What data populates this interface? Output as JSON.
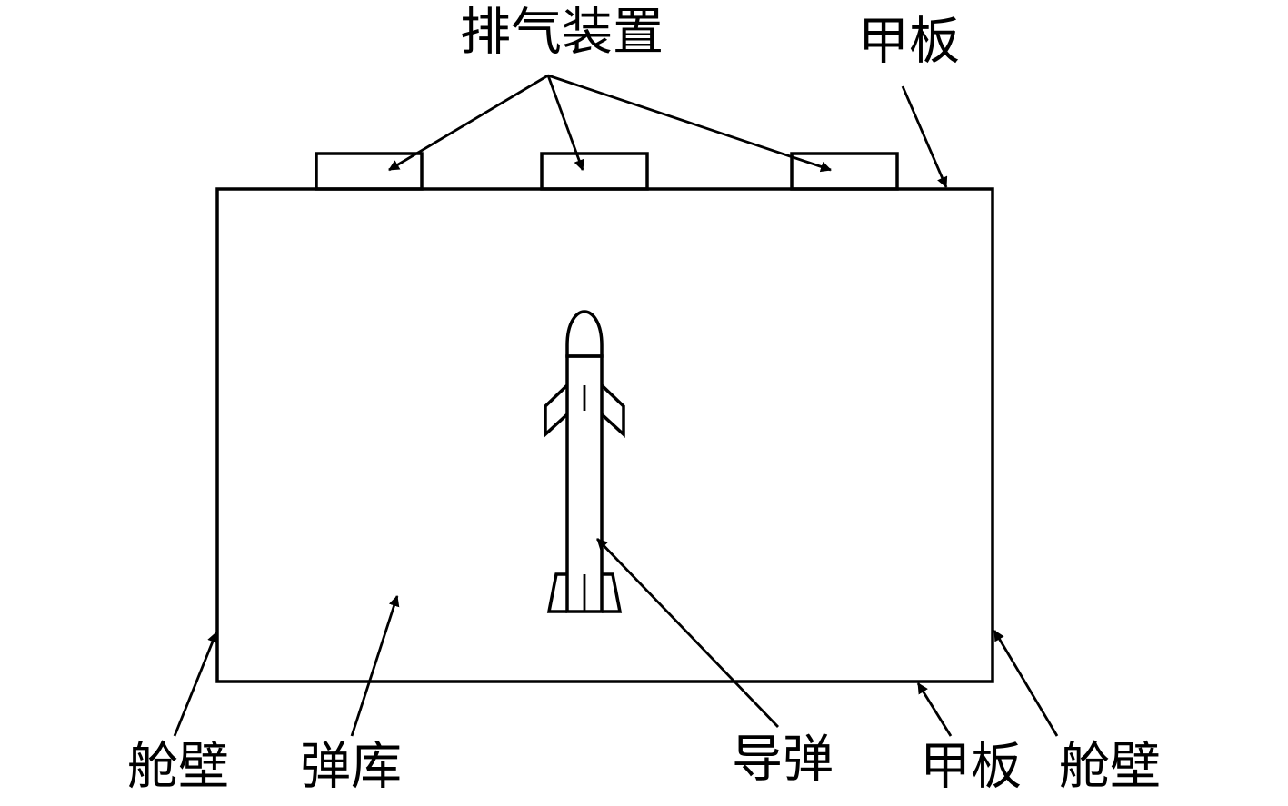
{
  "labels": {
    "exhaust_device": "排气装置",
    "deck_top": "甲板",
    "bulkhead_left": "舱壁",
    "magazine": "弹库",
    "missile": "导弹",
    "deck_bottom": "甲板",
    "bulkhead_right": "舱壁"
  },
  "colors": {
    "line": "#000000",
    "background": "#ffffff"
  }
}
